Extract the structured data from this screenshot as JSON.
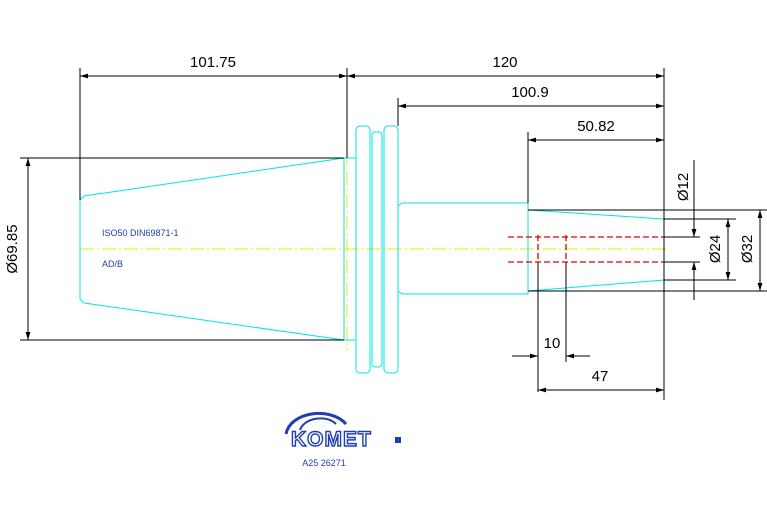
{
  "dimensions": {
    "flange_length": "101.75",
    "overall_length": "120",
    "shank_length": "100.9",
    "bore_length": "50.82",
    "taper_diameter": "Ø69.85",
    "bore_diameter": "Ø12",
    "face_diameter": "Ø24",
    "outer_diameter": "Ø32",
    "groove_width": "10",
    "stop_length": "47"
  },
  "notes": {
    "standard": "ISO50 DIN69871-1",
    "form": "AD/B"
  },
  "logo": {
    "brand": "KOMET",
    "part_number": "A25 26271"
  },
  "colors": {
    "outline": "#00e5e5",
    "dimension": "#000000",
    "centerline": "#e8e800",
    "hidden": "#e00000",
    "brand": "#1f3fb0"
  }
}
